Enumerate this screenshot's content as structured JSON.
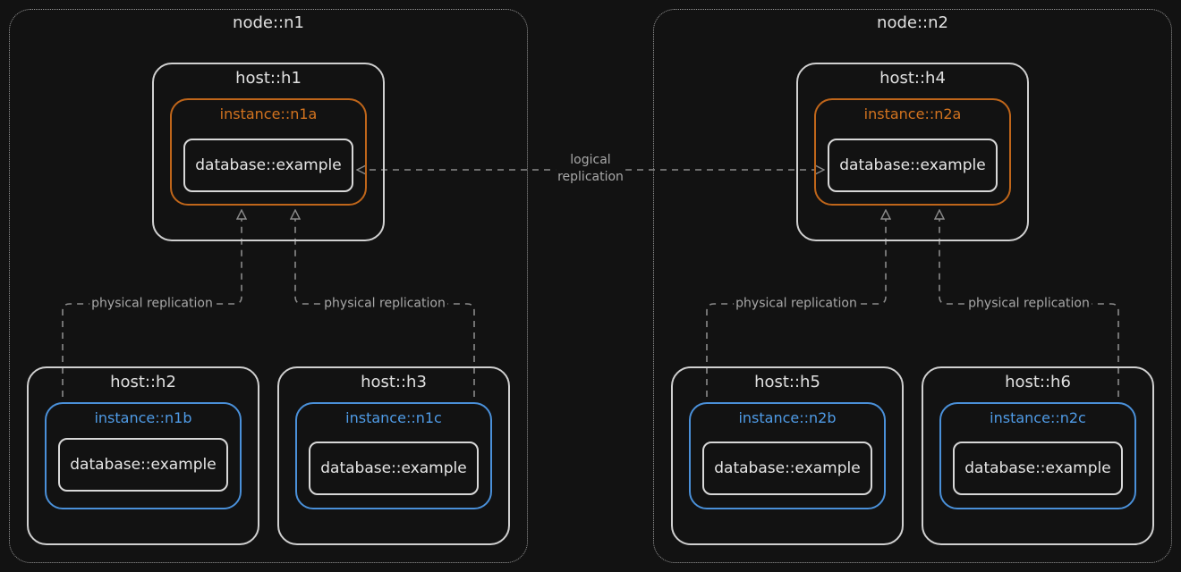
{
  "nodes": [
    {
      "label": "node::n1"
    },
    {
      "label": "node::n2"
    }
  ],
  "hosts": [
    {
      "id": "h1",
      "label": "host::h1"
    },
    {
      "id": "h2",
      "label": "host::h2"
    },
    {
      "id": "h3",
      "label": "host::h3"
    },
    {
      "id": "h4",
      "label": "host::h4"
    },
    {
      "id": "h5",
      "label": "host::h5"
    },
    {
      "id": "h6",
      "label": "host::h6"
    }
  ],
  "instances": [
    {
      "id": "n1a",
      "label": "instance::n1a",
      "role": "primary",
      "database": "database::example"
    },
    {
      "id": "n1b",
      "label": "instance::n1b",
      "role": "replica",
      "database": "database::example"
    },
    {
      "id": "n1c",
      "label": "instance::n1c",
      "role": "replica",
      "database": "database::example"
    },
    {
      "id": "n2a",
      "label": "instance::n2a",
      "role": "primary",
      "database": "database::example"
    },
    {
      "id": "n2b",
      "label": "instance::n2b",
      "role": "replica",
      "database": "database::example"
    },
    {
      "id": "n2c",
      "label": "instance::n2c",
      "role": "replica",
      "database": "database::example"
    }
  ],
  "edges": [
    {
      "label": "physical replication",
      "from": "n1b",
      "to": "n1a"
    },
    {
      "label": "physical replication",
      "from": "n1c",
      "to": "n1a"
    },
    {
      "label": "physical replication",
      "from": "n2b",
      "to": "n2a"
    },
    {
      "label": "physical replication",
      "from": "n2c",
      "to": "n2a"
    },
    {
      "label_lines": [
        "logical",
        "replication"
      ],
      "from": "n1a",
      "to": "n2a",
      "bidirectional": true
    }
  ],
  "colors": {
    "background": "#121212",
    "primary_instance": "#c0661a",
    "replica_instance": "#4a90d9",
    "host_border": "#d0d0d0",
    "edge": "#8a8a8a"
  }
}
